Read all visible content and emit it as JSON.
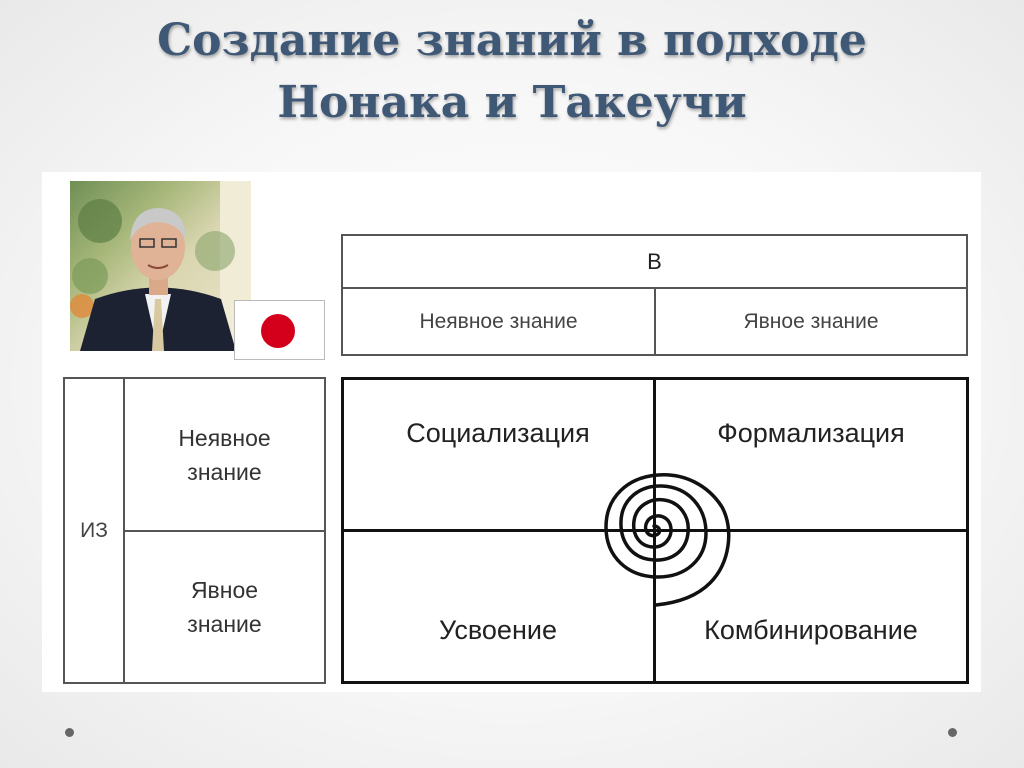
{
  "title": {
    "line1": "Создание знаний в подходе",
    "line2": "Нонака и Такеучи"
  },
  "column_header": {
    "to_label": "В",
    "tacit_label": "Неявное знание",
    "explicit_label": "Явное знание"
  },
  "row_header": {
    "from_label": "ИЗ",
    "tacit_label_line1": "Неявное",
    "tacit_label_line2": "знание",
    "explicit_label_line1": "Явное",
    "explicit_label_line2": "знание"
  },
  "quadrants": {
    "top_left": "Социализация",
    "top_right": "Формализация",
    "bottom_left": "Усвоение",
    "bottom_right": "Комбинирование"
  },
  "colors": {
    "title": "#3f5875",
    "flag_disc": "#d4001b",
    "grid_line": "#111111"
  },
  "icons": {
    "photo": "person-photo",
    "flag": "japan-flag-icon",
    "spiral": "spiral-icon"
  }
}
